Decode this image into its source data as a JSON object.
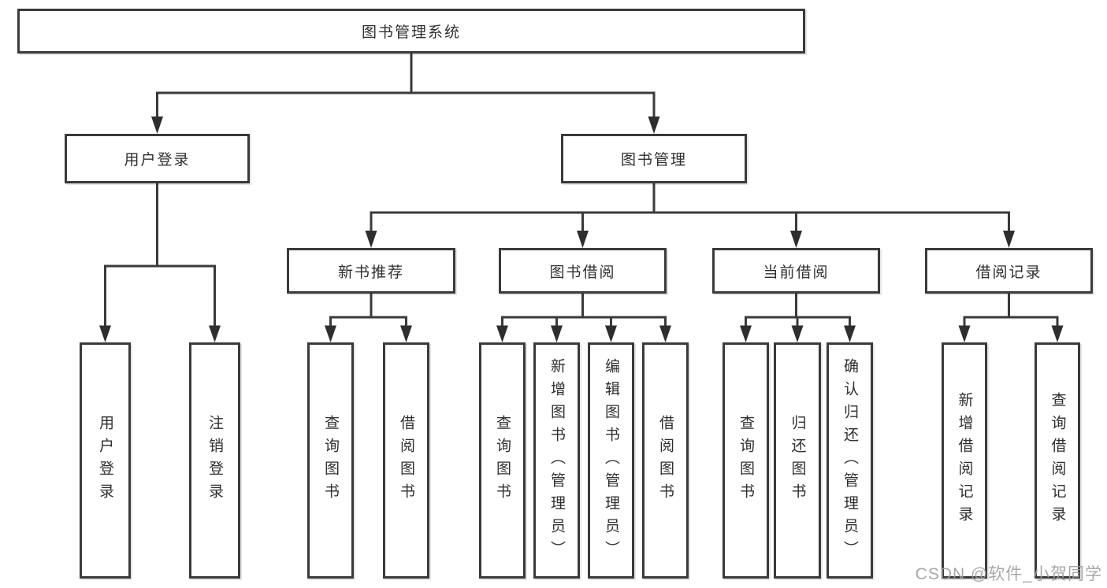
{
  "tree": {
    "label": "图书管理系统",
    "children": [
      {
        "label": "用户登录",
        "children": [
          {
            "label": "用户登录"
          },
          {
            "label": "注销登录"
          }
        ]
      },
      {
        "label": "图书管理",
        "children": [
          {
            "label": "新书推荐",
            "children": [
              {
                "label": "查询图书"
              },
              {
                "label": "借阅图书"
              }
            ]
          },
          {
            "label": "图书借阅",
            "children": [
              {
                "label": "查询图书"
              },
              {
                "label": "新增图书（管理员）"
              },
              {
                "label": "编辑图书（管理员）"
              },
              {
                "label": "借阅图书"
              }
            ]
          },
          {
            "label": "当前借阅",
            "children": [
              {
                "label": "查询图书"
              },
              {
                "label": "归还图书"
              },
              {
                "label": "确认归还（管理员）"
              }
            ]
          },
          {
            "label": "借阅记录",
            "children": [
              {
                "label": "新增借阅记录"
              },
              {
                "label": "查询借阅记录"
              }
            ]
          }
        ]
      }
    ]
  },
  "watermark": "CSDN @软件_小贺同学",
  "colors": {
    "line": "#3a3a3a",
    "box_border": "#3a3a3a",
    "box_background": "#ffffff",
    "text": "#2f2f2f",
    "watermark": "#9e9e9e",
    "background": "#ffffff"
  }
}
